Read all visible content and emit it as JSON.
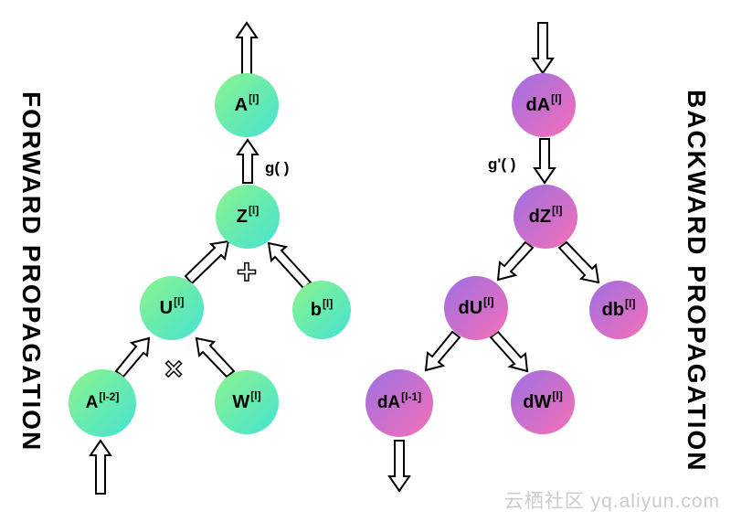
{
  "left_title": "FORWARD PROPAGATION",
  "right_title": "BACKWARD PROPAGATION",
  "watermark": "云栖社区 yq.aliyun.com",
  "forward": {
    "g_label": "g( )",
    "plus_symbol": "+",
    "times_symbol": "×",
    "nodes": {
      "A_l": {
        "base": "A",
        "sup": "[l]"
      },
      "Z_l": {
        "base": "Z",
        "sup": "[l]"
      },
      "U_l": {
        "base": "U",
        "sup": "[l]"
      },
      "b_l": {
        "base": "b",
        "sup": "[l]"
      },
      "A_lm2": {
        "base": "A",
        "sup": "[l-2]"
      },
      "W_l": {
        "base": "W",
        "sup": "[l]"
      }
    }
  },
  "backward": {
    "g_label": "g'( )",
    "nodes": {
      "dA_l": {
        "base": "dA",
        "sup": "[l]"
      },
      "dZ_l": {
        "base": "dZ",
        "sup": "[l]"
      },
      "dU_l": {
        "base": "dU",
        "sup": "[l]"
      },
      "db_l": {
        "base": "db",
        "sup": "[l]"
      },
      "dA_lm1": {
        "base": "dA",
        "sup": "[l-1]"
      },
      "dW_l": {
        "base": "dW",
        "sup": "[l]"
      }
    }
  },
  "colors": {
    "forward_start": "#8CF48C",
    "forward_end": "#45E2D2",
    "backward_start": "#9D6FE3",
    "backward_end": "#F66FB7",
    "arrow_fill": "#FFFFFF",
    "arrow_stroke": "#000000",
    "watermark_color": "#CBCBCB"
  }
}
